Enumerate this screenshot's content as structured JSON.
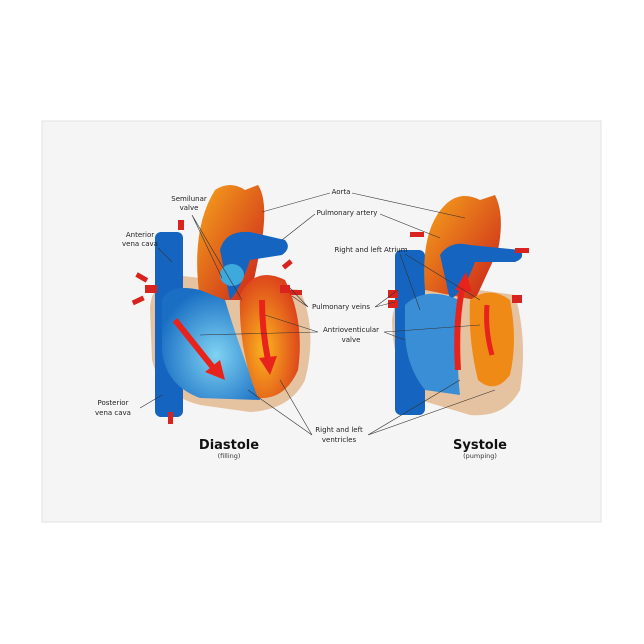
{
  "labels": {
    "aorta": "Aorta",
    "pulmonary_artery": "Pulmonary artery",
    "semilunar_valve": [
      "Semilunar",
      "valve"
    ],
    "anterior_vena_cava": [
      "Anterior",
      "vena cava"
    ],
    "atrium": "Right and left Atrium",
    "pulmonary_veins": "Pulmonary veins",
    "av_valve": [
      "Antrioventicular",
      "valve"
    ],
    "posterior_vena_cava": [
      "Posterior",
      "vena cava"
    ],
    "ventricles": [
      "Right and left",
      "ventricles"
    ]
  },
  "diastole": {
    "title": "Diastole",
    "subtitle": "(filling)"
  },
  "systole": {
    "title": "Systole",
    "subtitle": "(pumping)"
  },
  "colors": {
    "blue": "#1565c0",
    "light_blue": "#4fb3e8",
    "red": "#d8231e",
    "orange": "#f08a16",
    "tissue": "#e6c3a0",
    "panel": "#f4f4f4"
  }
}
